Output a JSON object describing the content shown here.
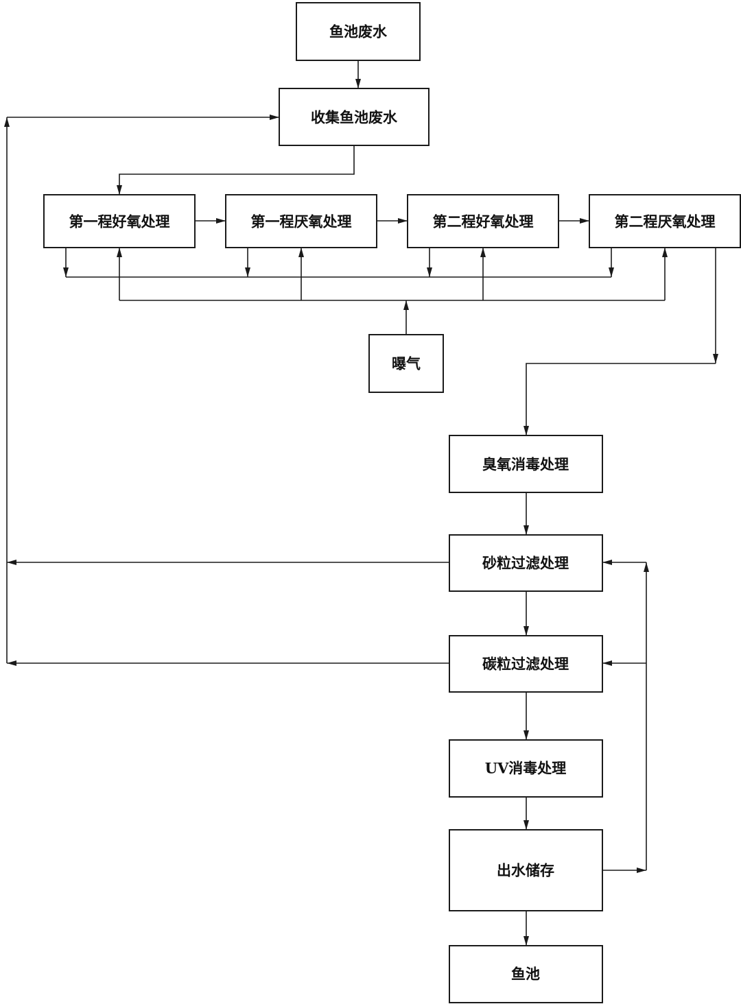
{
  "nodes": {
    "fish_pond_wastewater": "鱼池废水",
    "collect_wastewater": "收集鱼池废水",
    "aerobic_1": "第一程好氧处理",
    "anaerobic_1": "第一程厌氧处理",
    "aerobic_2": "第二程好氧处理",
    "anaerobic_2": "第二程厌氧处理",
    "aeration": "曝气",
    "ozone_disinfection": "臭氧消毒处理",
    "sand_filtration": "砂粒过滤处理",
    "carbon_filtration": "碳粒过滤处理",
    "uv_disinfection": "UV消毒处理",
    "effluent_storage": "出水储存",
    "fish_pond": "鱼池"
  }
}
